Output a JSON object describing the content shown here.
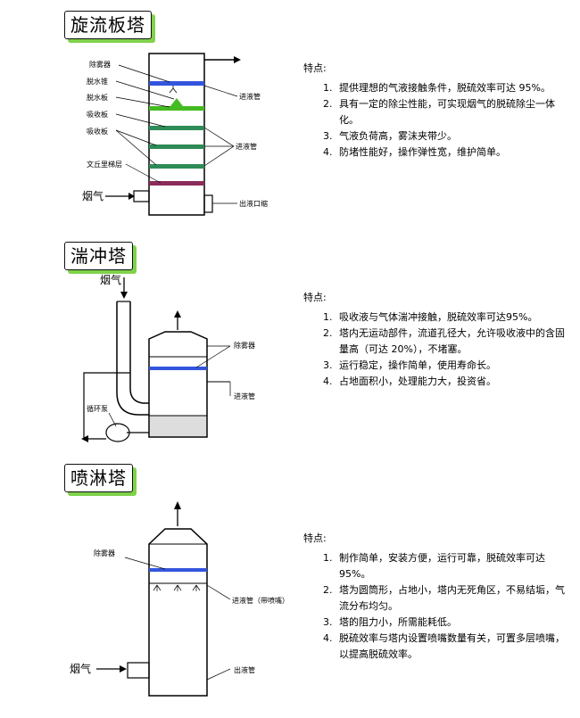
{
  "towers": [
    {
      "title": "旋流板塔",
      "labels": {
        "demister": "除雾器",
        "dewatering_cone": "脱水锥",
        "dewatering_plate": "脱水板",
        "absorb_plate_1": "吸收板",
        "absorb_plate_2": "吸收板",
        "venturi": "文丘里梯层",
        "flue_gas": "烟气",
        "inlet_pipe_1": "进液管",
        "inlet_pipe_2": "进液管",
        "outlet": "出液口缩"
      },
      "features_heading": "特点:",
      "features": [
        "提供理想的气液接触条件，脱硫效率可达 95%。",
        "具有一定的除尘性能，可实现烟气的脱硫除尘一体化。",
        "气液负荷高，雾沫夹带少。",
        "防堵性能好，操作弹性宽，维护简单。"
      ]
    },
    {
      "title": "湍冲塔",
      "labels": {
        "flue_gas": "烟气",
        "demister": "除雾器",
        "inlet_pipe": "进液管",
        "pump": "循环泵"
      },
      "features_heading": "特点:",
      "features": [
        "吸收液与气体湍冲接触，脱硫效率可达95%。",
        "塔内无运动部件，流道孔径大，允许吸收液中的含固量高（可达 20%），不堵塞。",
        "运行稳定，操作简单，使用寿命长。",
        "占地面积小，处理能力大，投资省。"
      ]
    },
    {
      "title": "喷淋塔",
      "labels": {
        "demister": "除雾器",
        "inlet_pipe": "进液管（带喷嘴）",
        "flue_gas": "烟气",
        "outlet_pipe": "出液管"
      },
      "features_heading": "特点:",
      "features": [
        "制作简单，安装方便，运行可靠，脱硫效率可达 95%。",
        "塔为圆筒形，占地小，塔内无死角区，不易结垢，气流分布均匀。",
        "塔的阻力小，所需能耗低。",
        "脱硫效率与塔内设置喷嘴数量有关，可置多层喷嘴，以提高脱硫效率。"
      ]
    }
  ],
  "colors": {
    "demister_blue": "#3355dd",
    "cone_green": "#44bb22",
    "plate_green": "#2e8b57",
    "venturi_purple": "#8b2c5a",
    "title_shadow": "#7fd24a"
  }
}
